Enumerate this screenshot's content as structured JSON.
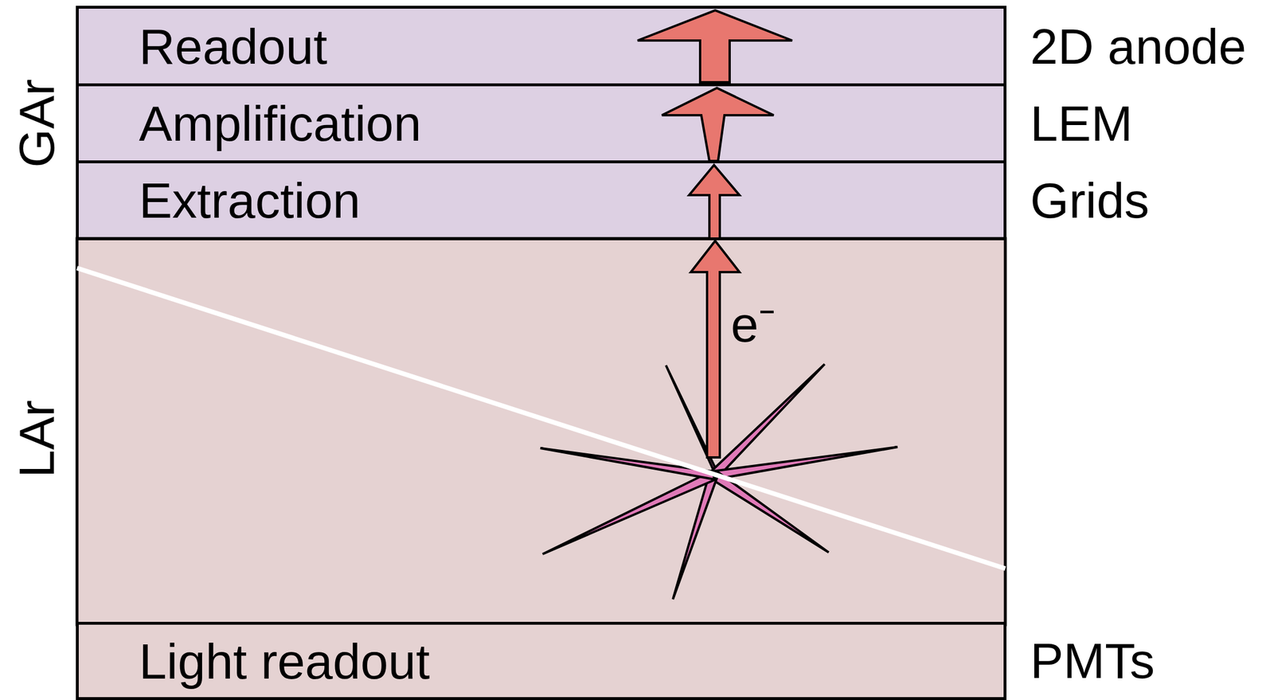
{
  "diagram": {
    "nodes": [
      {
        "text": [
          "Readout"
        ]
      },
      {
        "text": [
          "Amplification"
        ]
      },
      {
        "text": [
          "Extraction"
        ]
      },
      {
        "text": [
          "Light readout"
        ]
      }
    ],
    "labels": [
      "GAr",
      "LAr",
      "2D anode",
      "LEM",
      "Grids",
      "PMTs",
      "e⁻"
    ]
  }
}
